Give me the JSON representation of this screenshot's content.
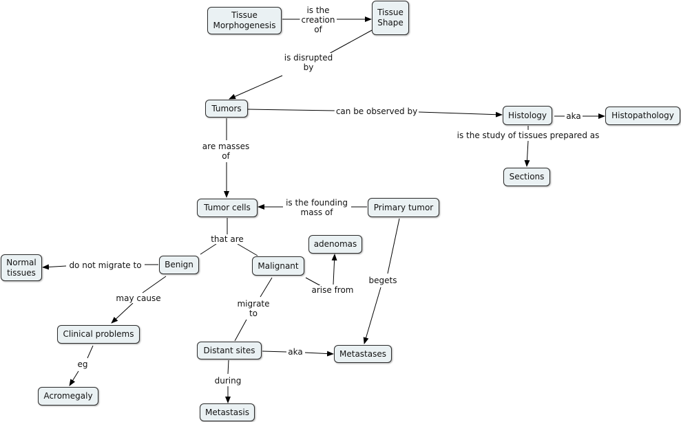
{
  "nodes": {
    "tissue_morphogenesis": "Tissue\nMorphogenesis",
    "tissue_shape": "Tissue\nShape",
    "tumors": "Tumors",
    "histology": "Histology",
    "histopathology": "Histopathology",
    "sections": "Sections",
    "tumor_cells": "Tumor cells",
    "primary_tumor": "Primary tumor",
    "adenomas": "adenomas",
    "normal_tissues": "Normal\ntissues",
    "benign": "Benign",
    "malignant": "Malignant",
    "clinical_problems": "Clinical problems",
    "acromegaly": "Acromegaly",
    "distant_sites": "Distant sites",
    "metastases": "Metastases",
    "metastasis": "Metastasis"
  },
  "links": {
    "is_the_creation_of": "is the\ncreation\nof",
    "is_disrupted_by": "is disrupted\nby",
    "can_be_observed_by": "can be observed by",
    "aka_histopathology": "aka",
    "is_the_study_of": "is the study of tissues prepared as",
    "are_masses_of": "are masses\nof",
    "is_the_founding_mass_of": "is the founding\nmass of",
    "that_are": "that are",
    "do_not_migrate_to": "do not migrate to",
    "may_cause": "may cause",
    "eg": "eg",
    "migrate_to": "migrate\nto",
    "arise_from": "arise from",
    "begets": "begets",
    "aka_metastases": "aka",
    "during": "during"
  }
}
